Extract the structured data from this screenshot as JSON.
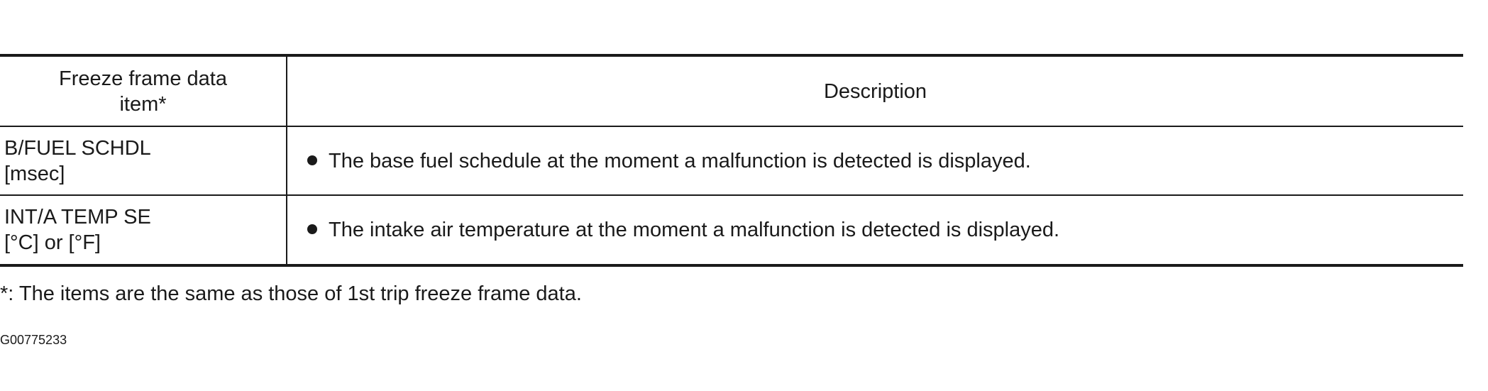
{
  "table": {
    "headers": {
      "item": "Freeze frame data item*",
      "description": "Description"
    },
    "rows": [
      {
        "item_lines": [
          "B/FUEL SCHDL",
          "[msec]"
        ],
        "description": "The base fuel schedule at the moment a malfunction is detected is displayed."
      },
      {
        "item_lines": [
          "INT/A TEMP SE",
          "[°C] or [°F]"
        ],
        "description": "The intake air temperature at the moment a malfunction is detected is displayed."
      }
    ]
  },
  "footnote": "*: The items are the same as those of 1st trip freeze frame data.",
  "document_id": "G00775233"
}
